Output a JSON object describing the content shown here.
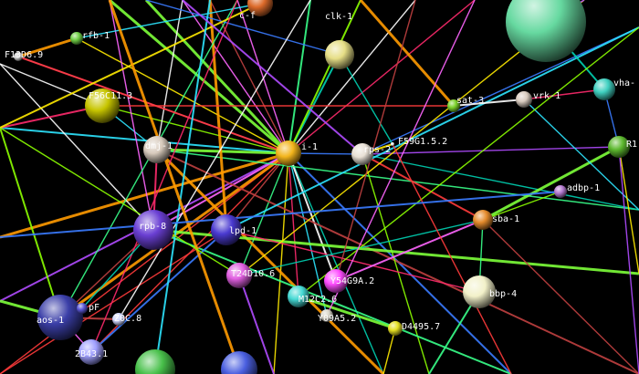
{
  "palette": {
    "background": "#000000",
    "label_color": "#ffffff",
    "edge_colors": [
      "#ff2a6d",
      "#ff3b3b",
      "#ffea00",
      "#7dff3a",
      "#39ff8a",
      "#2ee6ff",
      "#3a7bff",
      "#b04bff",
      "#ff66ff",
      "#ffffff",
      "#ff9a00",
      "#00d1b2",
      "#8cff00",
      "#c04040"
    ]
  },
  "nodes": [
    {
      "id": "n01",
      "label": "F13D6.9",
      "color": "#cfcfcf"
    },
    {
      "id": "n02",
      "label": "rfb-1",
      "color": "#6fcf45"
    },
    {
      "id": "n03",
      "label": "F56C11.3",
      "color": "#c7c500"
    },
    {
      "id": "n04",
      "label": "c-f",
      "color": "#dc6a2a"
    },
    {
      "id": "n05",
      "label": "clk-1",
      "color": "#e6de86"
    },
    {
      "id": "n06",
      "label": "",
      "color": "#66d9a0"
    },
    {
      "id": "n07",
      "label": "vha-",
      "color": "#3fd0c0"
    },
    {
      "id": "n08",
      "label": "sat-3",
      "color": "#7bd12a"
    },
    {
      "id": "n09",
      "label": "vrk-1",
      "color": "#d9cbbf"
    },
    {
      "id": "n10",
      "label": "R1",
      "color": "#5cb82e"
    },
    {
      "id": "n11",
      "label": "dmj-1",
      "color": "#d8cbbd"
    },
    {
      "id": "n12",
      "label": "i-1",
      "color": "#f3b51c"
    },
    {
      "id": "n13",
      "label": "rps-2",
      "color": "#e8e0d5"
    },
    {
      "id": "n14",
      "label": "F59G1.5.2",
      "color": "#ffffff"
    },
    {
      "id": "n15",
      "label": "adbp-1",
      "color": "#b57ad0"
    },
    {
      "id": "n16",
      "label": "rpb-8",
      "color": "#6a3fd3"
    },
    {
      "id": "n17",
      "label": "lpd-1",
      "color": "#4a3ad0"
    },
    {
      "id": "n18",
      "label": "sba-1",
      "color": "#e48b2c"
    },
    {
      "id": "n19",
      "label": "T24D10.6",
      "color": "#e05fe0"
    },
    {
      "id": "n20",
      "label": "Y54G9A.2",
      "color": "#ff4bff"
    },
    {
      "id": "n21",
      "label": "M12C2.6",
      "color": "#45d9d4"
    },
    {
      "id": "n22",
      "label": "Y09A5.2",
      "color": "#d8d4c7"
    },
    {
      "id": "n23",
      "label": "bbp-4",
      "color": "#f2f1c9"
    },
    {
      "id": "n24",
      "label": "aos-1",
      "color": "#3b3fa8"
    },
    {
      "id": "n25",
      "label": "pF",
      "color": "#5a57d6"
    },
    {
      "id": "n26",
      "label": "Z0C.8",
      "color": "#cfd6ff"
    },
    {
      "id": "n27",
      "label": "D4495.7",
      "color": "#e6e023"
    },
    {
      "id": "n28",
      "label": "2B43.1",
      "color": "#a0a0ff"
    },
    {
      "id": "n29",
      "label": "",
      "color": "#48c04a"
    },
    {
      "id": "n30",
      "label": "",
      "color": "#4a5fe0"
    }
  ]
}
